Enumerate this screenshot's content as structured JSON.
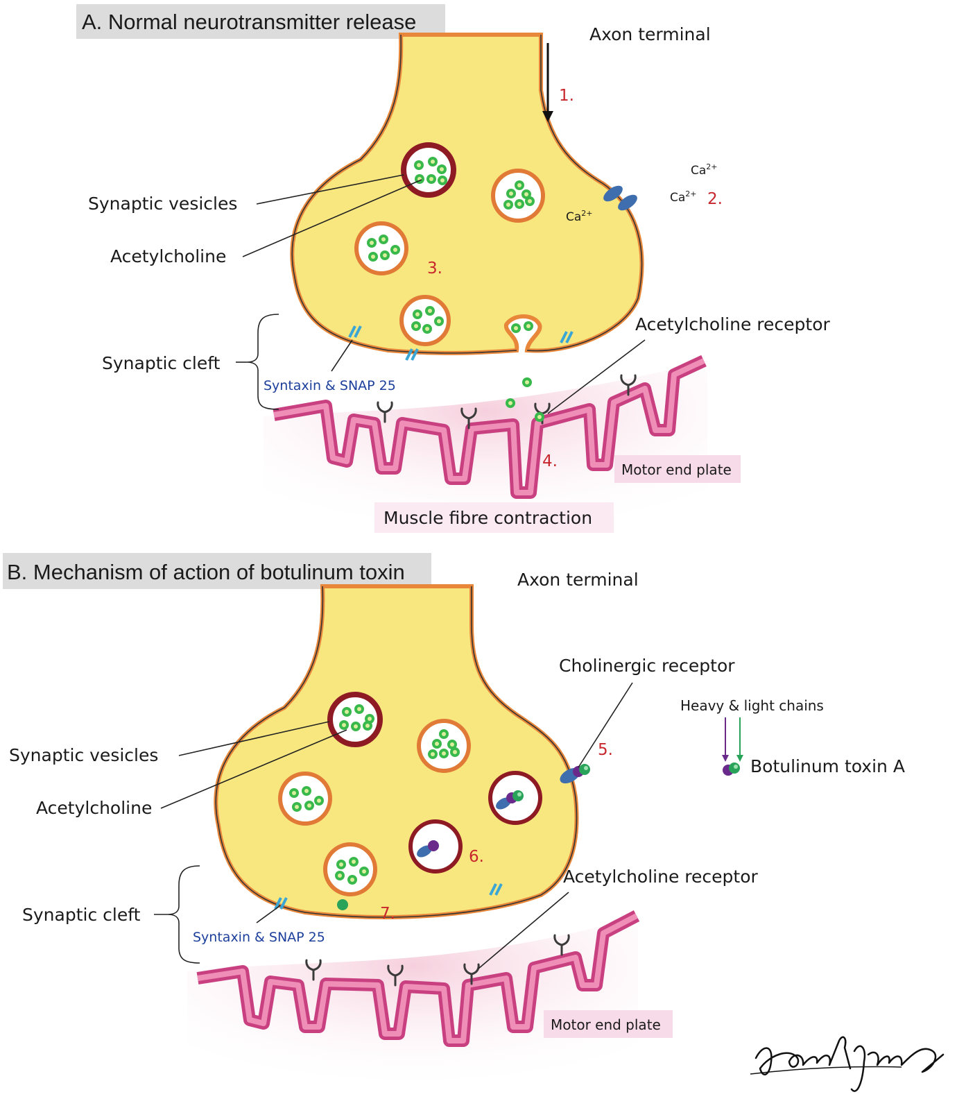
{
  "panel_a": {
    "title": "A. Normal neurotransmitter release",
    "axon_terminal": "Axon terminal",
    "synaptic_vesicles": "Synaptic vesicles",
    "acetylcholine": "Acetylcholine",
    "synaptic_cleft": "Synaptic cleft",
    "syntaxin": "Syntaxin & SNAP 25",
    "ach_receptor": "Acetylcholine receptor",
    "motor_end_plate": "Motor end plate",
    "muscle_contraction": "Muscle fibre contraction",
    "calcium": "Ca",
    "calcium_charge": "2+",
    "steps": [
      "1.",
      "2.",
      "3.",
      "4."
    ]
  },
  "panel_b": {
    "title": "B. Mechanism of action of botulinum toxin",
    "axon_terminal": "Axon terminal",
    "cholinergic_receptor": "Cholinergic receptor",
    "heavy_light_chains": "Heavy & light chains",
    "botulinum_toxin": "Botulinum toxin A",
    "synaptic_vesicles": "Synaptic vesicles",
    "acetylcholine": "Acetylcholine",
    "synaptic_cleft": "Synaptic cleft",
    "syntaxin": "Syntaxin & SNAP 25",
    "ach_receptor": "Acetylcholine receptor",
    "motor_end_plate": "Motor end plate",
    "steps": [
      "5.",
      "6.",
      "7."
    ]
  },
  "signature": "Hala Ajouz",
  "colors": {
    "terminal_fill": "#f7e77e",
    "terminal_outline": "#e8873a",
    "vesicle_ring": "#e17a36",
    "vesicle_active": "#8e1a24",
    "acetylcholine": "#35b84a",
    "muscle": "#d9568f",
    "channel": "#3f6eae",
    "toxin_heavy": "#6a2a8c",
    "toxin_light": "#2aa35a",
    "step_number": "#c8262d",
    "syntaxin_text": "#1c3f9c"
  }
}
